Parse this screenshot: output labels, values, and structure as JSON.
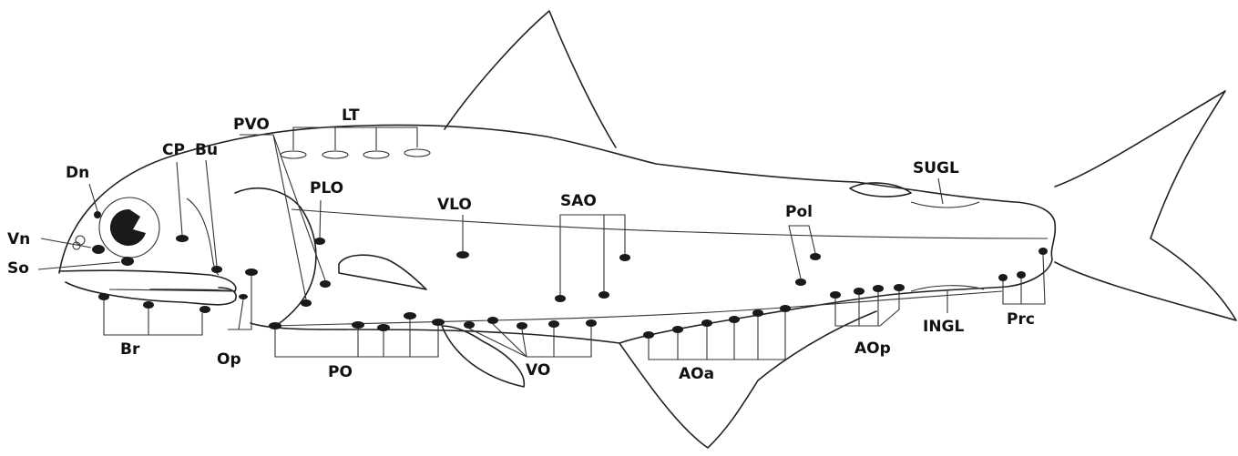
{
  "labels": {
    "LT": "LT",
    "PVO": "PVO",
    "CP": "CP",
    "Bu": "Bu",
    "Dn": "Dn",
    "PLO": "PLO",
    "VLO": "VLO",
    "SAO": "SAO",
    "Pol": "Pol",
    "SUGL": "SUGL",
    "Vn": "Vn",
    "So": "So",
    "Br": "Br",
    "Op": "Op",
    "PO": "PO",
    "VO": "VO",
    "AOa": "AOa",
    "AOp": "AOp",
    "INGL": "INGL",
    "Prc": "Prc"
  },
  "colors": {
    "ink": "#1a1a1a",
    "background": "#ffffff"
  }
}
